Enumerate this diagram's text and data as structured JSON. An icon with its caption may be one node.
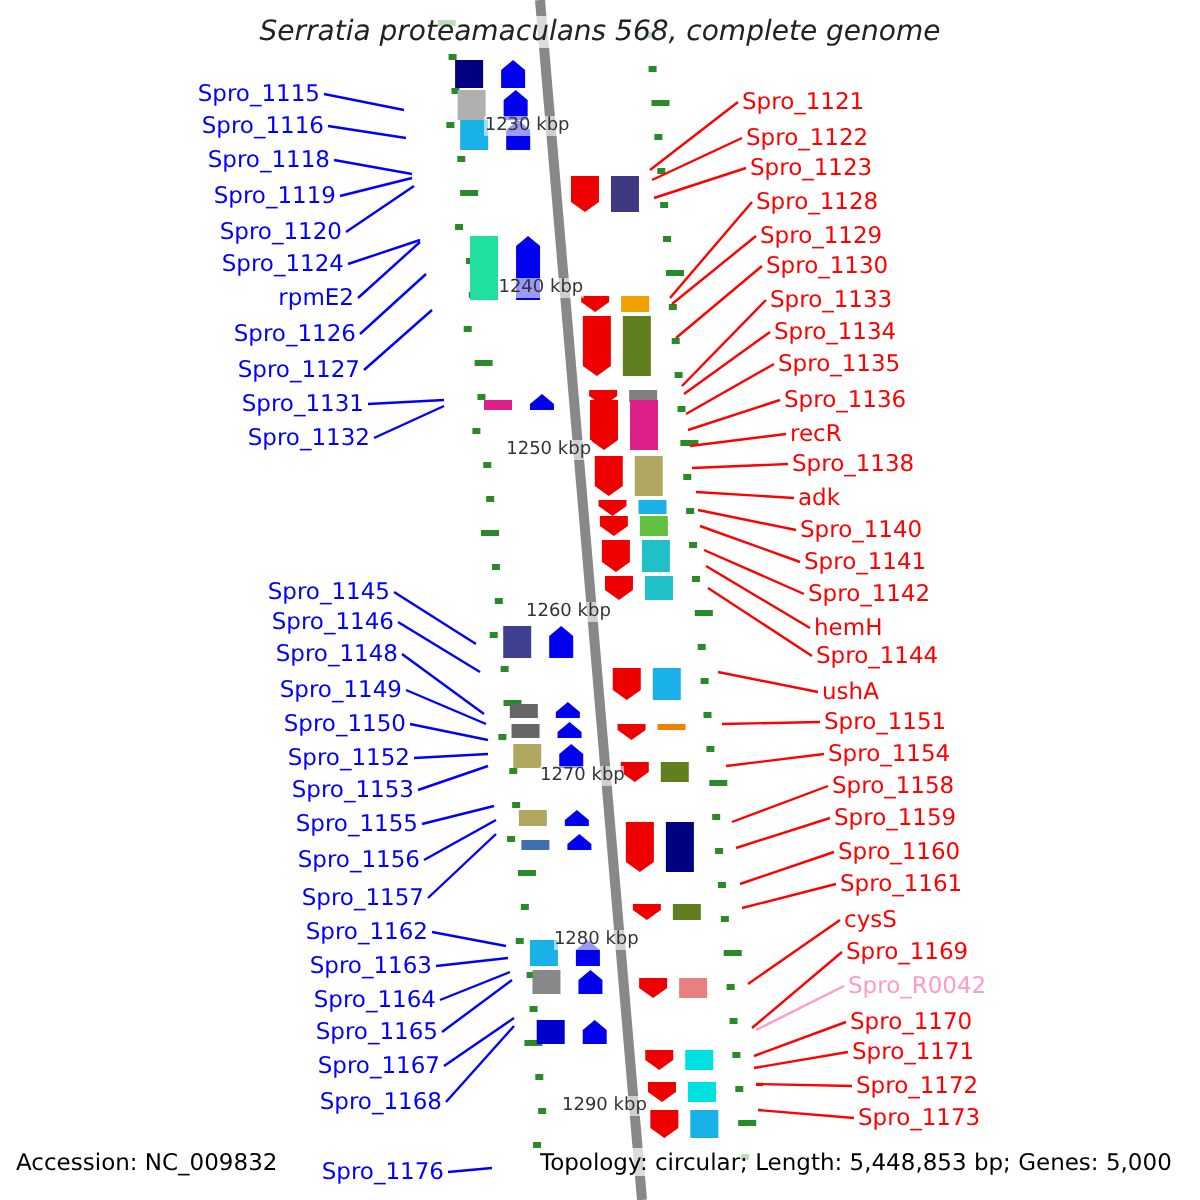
{
  "diagram": {
    "title": "Serratia proteamaculans 568, complete genome",
    "nodes": [
      {
        "text": [
          "Spro_1115"
        ]
      },
      {
        "text": [
          "Spro_1116"
        ]
      },
      {
        "text": [
          "Spro_1118"
        ]
      },
      {
        "text": [
          "Spro_1119"
        ]
      },
      {
        "text": [
          "Spro_1120"
        ]
      },
      {
        "text": [
          "Spro_1124"
        ]
      },
      {
        "text": [
          "rpmE2"
        ]
      },
      {
        "text": [
          "Spro_1126"
        ]
      },
      {
        "text": [
          "Spro_1127"
        ]
      },
      {
        "text": [
          "Spro_1131"
        ]
      },
      {
        "text": [
          "Spro_1132"
        ]
      },
      {
        "text": [
          "Spro_1145"
        ]
      },
      {
        "text": [
          "Spro_1146"
        ]
      },
      {
        "text": [
          "Spro_1148"
        ]
      },
      {
        "text": [
          "Spro_1149"
        ]
      },
      {
        "text": [
          "Spro_1150"
        ]
      },
      {
        "text": [
          "Spro_1152"
        ]
      },
      {
        "text": [
          "Spro_1153"
        ]
      },
      {
        "text": [
          "Spro_1155"
        ]
      },
      {
        "text": [
          "Spro_1156"
        ]
      },
      {
        "text": [
          "Spro_1157"
        ]
      },
      {
        "text": [
          "Spro_1162"
        ]
      },
      {
        "text": [
          "Spro_1163"
        ]
      },
      {
        "text": [
          "Spro_1164"
        ]
      },
      {
        "text": [
          "Spro_1165"
        ]
      },
      {
        "text": [
          "Spro_1167"
        ]
      },
      {
        "text": [
          "Spro_1168"
        ]
      },
      {
        "text": [
          "Spro_1176"
        ]
      },
      {
        "text": [
          "Spro_1121"
        ]
      },
      {
        "text": [
          "Spro_1122"
        ]
      },
      {
        "text": [
          "Spro_1123"
        ]
      },
      {
        "text": [
          "Spro_1128"
        ]
      },
      {
        "text": [
          "Spro_1129"
        ]
      },
      {
        "text": [
          "Spro_1130"
        ]
      },
      {
        "text": [
          "Spro_1133"
        ]
      },
      {
        "text": [
          "Spro_1134"
        ]
      },
      {
        "text": [
          "Spro_1135"
        ]
      },
      {
        "text": [
          "Spro_1136"
        ]
      },
      {
        "text": [
          "recR"
        ]
      },
      {
        "text": [
          "Spro_1138"
        ]
      },
      {
        "text": [
          "adk"
        ]
      },
      {
        "text": [
          "Spro_1140"
        ]
      },
      {
        "text": [
          "Spro_1141"
        ]
      },
      {
        "text": [
          "Spro_1142"
        ]
      },
      {
        "text": [
          "hemH"
        ]
      },
      {
        "text": [
          "Spro_1144"
        ]
      },
      {
        "text": [
          "ushA"
        ]
      },
      {
        "text": [
          "Spro_1151"
        ]
      },
      {
        "text": [
          "Spro_1154"
        ]
      },
      {
        "text": [
          "Spro_1158"
        ]
      },
      {
        "text": [
          "Spro_1159"
        ]
      },
      {
        "text": [
          "Spro_1160"
        ]
      },
      {
        "text": [
          "Spro_1161"
        ]
      },
      {
        "text": [
          "cysS"
        ]
      },
      {
        "text": [
          "Spro_1169"
        ]
      },
      {
        "text": [
          "Spro_R0042"
        ]
      },
      {
        "text": [
          "Spro_1170"
        ]
      },
      {
        "text": [
          "Spro_1171"
        ]
      },
      {
        "text": [
          "Spro_1172"
        ]
      },
      {
        "text": [
          "Spro_1173"
        ]
      }
    ],
    "edges": [
      {
        "from": 0,
        "to": null,
        "arrow": "none",
        "color": "#0000ff"
      },
      {
        "from": 1,
        "to": null,
        "arrow": "none",
        "color": "#0000ff"
      },
      {
        "from": 2,
        "to": null,
        "arrow": "none",
        "color": "#0000ff"
      },
      {
        "from": 3,
        "to": null,
        "arrow": "none",
        "color": "#0000ff"
      },
      {
        "from": 4,
        "to": null,
        "arrow": "none",
        "color": "#0000ff"
      },
      {
        "from": 5,
        "to": null,
        "arrow": "none",
        "color": "#0000ff"
      },
      {
        "from": 6,
        "to": null,
        "arrow": "none",
        "color": "#0000ff"
      },
      {
        "from": 7,
        "to": null,
        "arrow": "none",
        "color": "#0000ff"
      },
      {
        "from": 8,
        "to": null,
        "arrow": "none",
        "color": "#0000ff"
      },
      {
        "from": 9,
        "to": null,
        "arrow": "none",
        "color": "#0000ff"
      },
      {
        "from": 10,
        "to": null,
        "arrow": "none",
        "color": "#0000ff"
      },
      {
        "from": 11,
        "to": null,
        "arrow": "none",
        "color": "#0000ff"
      },
      {
        "from": 12,
        "to": null,
        "arrow": "none",
        "color": "#0000ff"
      },
      {
        "from": 13,
        "to": null,
        "arrow": "none",
        "color": "#0000ff"
      },
      {
        "from": 14,
        "to": null,
        "arrow": "none",
        "color": "#0000ff"
      },
      {
        "from": 15,
        "to": null,
        "arrow": "none",
        "color": "#0000ff"
      },
      {
        "from": 16,
        "to": null,
        "arrow": "none",
        "color": "#0000ff"
      },
      {
        "from": 17,
        "to": null,
        "arrow": "none",
        "color": "#0000ff"
      },
      {
        "from": 18,
        "to": null,
        "arrow": "none",
        "color": "#0000ff"
      },
      {
        "from": 19,
        "to": null,
        "arrow": "none",
        "color": "#0000ff"
      },
      {
        "from": 20,
        "to": null,
        "arrow": "none",
        "color": "#0000ff"
      },
      {
        "from": 21,
        "to": null,
        "arrow": "none",
        "color": "#0000ff"
      },
      {
        "from": 22,
        "to": null,
        "arrow": "none",
        "color": "#0000ff"
      },
      {
        "from": 23,
        "to": null,
        "arrow": "none",
        "color": "#0000ff"
      },
      {
        "from": 24,
        "to": null,
        "arrow": "none",
        "color": "#0000ff"
      },
      {
        "from": 25,
        "to": null,
        "arrow": "none",
        "color": "#0000ff"
      },
      {
        "from": 26,
        "to": null,
        "arrow": "none",
        "color": "#0000ff"
      },
      {
        "from": 27,
        "to": null,
        "arrow": "none",
        "color": "#0000ff"
      },
      {
        "from": 28,
        "to": null,
        "arrow": "none"
      },
      {
        "from": 29,
        "to": null,
        "arrow": "none"
      },
      {
        "from": 30,
        "to": null,
        "arrow": "none"
      },
      {
        "from": 31,
        "to": null,
        "arrow": "none"
      },
      {
        "from": 32,
        "to": null,
        "arrow": "none"
      },
      {
        "from": 33,
        "to": null,
        "arrow": "none"
      },
      {
        "from": 34,
        "to": null,
        "arrow": "none"
      },
      {
        "from": 35,
        "to": null,
        "arrow": "none"
      },
      {
        "from": 36,
        "to": null,
        "arrow": "none"
      },
      {
        "from": 37,
        "to": null,
        "arrow": "none"
      },
      {
        "from": 38,
        "to": null,
        "arrow": "none"
      },
      {
        "from": 39,
        "to": null,
        "arrow": "none"
      },
      {
        "from": 40,
        "to": null,
        "arrow": "none"
      },
      {
        "from": 41,
        "to": null,
        "arrow": "none"
      },
      {
        "from": 42,
        "to": null,
        "arrow": "none"
      },
      {
        "from": 43,
        "to": null,
        "arrow": "none"
      },
      {
        "from": 44,
        "to": null,
        "arrow": "none"
      },
      {
        "from": 45,
        "to": null,
        "arrow": "none"
      },
      {
        "from": 46,
        "to": null,
        "arrow": "none"
      },
      {
        "from": 47,
        "to": null,
        "arrow": "none"
      },
      {
        "from": 48,
        "to": null,
        "arrow": "none"
      },
      {
        "from": 49,
        "to": null,
        "arrow": "none"
      },
      {
        "from": 50,
        "to": null,
        "arrow": "none"
      },
      {
        "from": 51,
        "to": null,
        "arrow": "none"
      },
      {
        "from": 52,
        "to": null,
        "arrow": "none"
      },
      {
        "from": 53,
        "to": null,
        "arrow": "none"
      },
      {
        "from": 54,
        "to": null,
        "arrow": "none"
      },
      {
        "from": 55,
        "to": null,
        "arrow": "none",
        "color": "#ff99cc"
      },
      {
        "from": 56,
        "to": null,
        "arrow": "none"
      },
      {
        "from": 57,
        "to": null,
        "arrow": "none"
      },
      {
        "from": 58,
        "to": null,
        "arrow": "none"
      },
      {
        "from": 59,
        "to": null,
        "arrow": "none"
      }
    ],
    "labels": [
      "1230 kbp",
      "1240 kbp",
      "1250 kbp",
      "1260 kbp",
      "1270 kbp",
      "1280 kbp",
      "1290 kbp",
      "Accession: NC_009832",
      "Topology: circular; Length: 5,448,853 bp; Genes: 5,000"
    ]
  }
}
